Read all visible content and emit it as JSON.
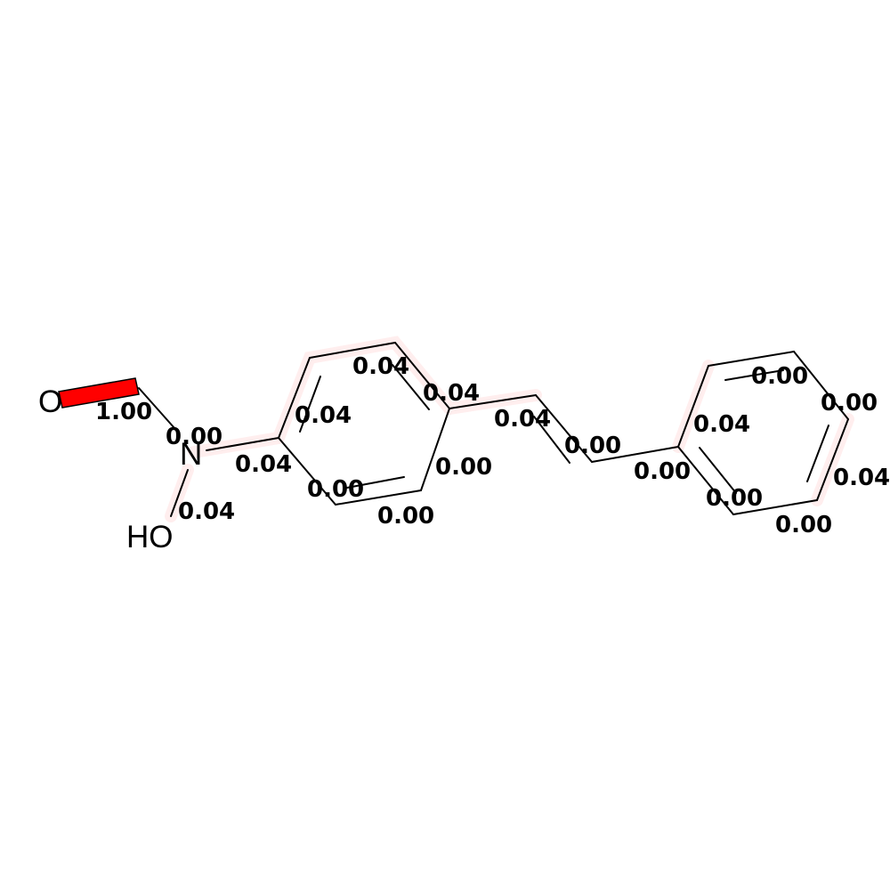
{
  "atoms": [
    {
      "id": "o1",
      "label": "O"
    },
    {
      "id": "n1",
      "label": "N"
    },
    {
      "id": "oh1",
      "label": "HO"
    }
  ],
  "bond_weights": [
    {
      "id": "b_co",
      "value": "1.00"
    },
    {
      "id": "b_cn",
      "value": "0.00"
    },
    {
      "id": "b_n_aryl",
      "value": "0.04"
    },
    {
      "id": "b_noh",
      "value": "0.04"
    },
    {
      "id": "r1_a",
      "value": "0.04"
    },
    {
      "id": "r1_b",
      "value": "0.04"
    },
    {
      "id": "r1_c",
      "value": "0.04"
    },
    {
      "id": "r1_d",
      "value": "0.00"
    },
    {
      "id": "r1_e",
      "value": "0.00"
    },
    {
      "id": "r1_f",
      "value": "0.00"
    },
    {
      "id": "link_a",
      "value": "0.04"
    },
    {
      "id": "link_b",
      "value": "0.00"
    },
    {
      "id": "link_c",
      "value": "0.00"
    },
    {
      "id": "r2_a",
      "value": "0.00"
    },
    {
      "id": "r2_b",
      "value": "0.00"
    },
    {
      "id": "r2_c",
      "value": "0.04"
    },
    {
      "id": "r2_d",
      "value": "0.00"
    },
    {
      "id": "r2_e",
      "value": "0.00"
    },
    {
      "id": "r2_f",
      "value": "0.04"
    }
  ],
  "colors": {
    "bond": "#000000",
    "highlight_strong": "#ff0000",
    "highlight_faint": "#ffeeee"
  }
}
